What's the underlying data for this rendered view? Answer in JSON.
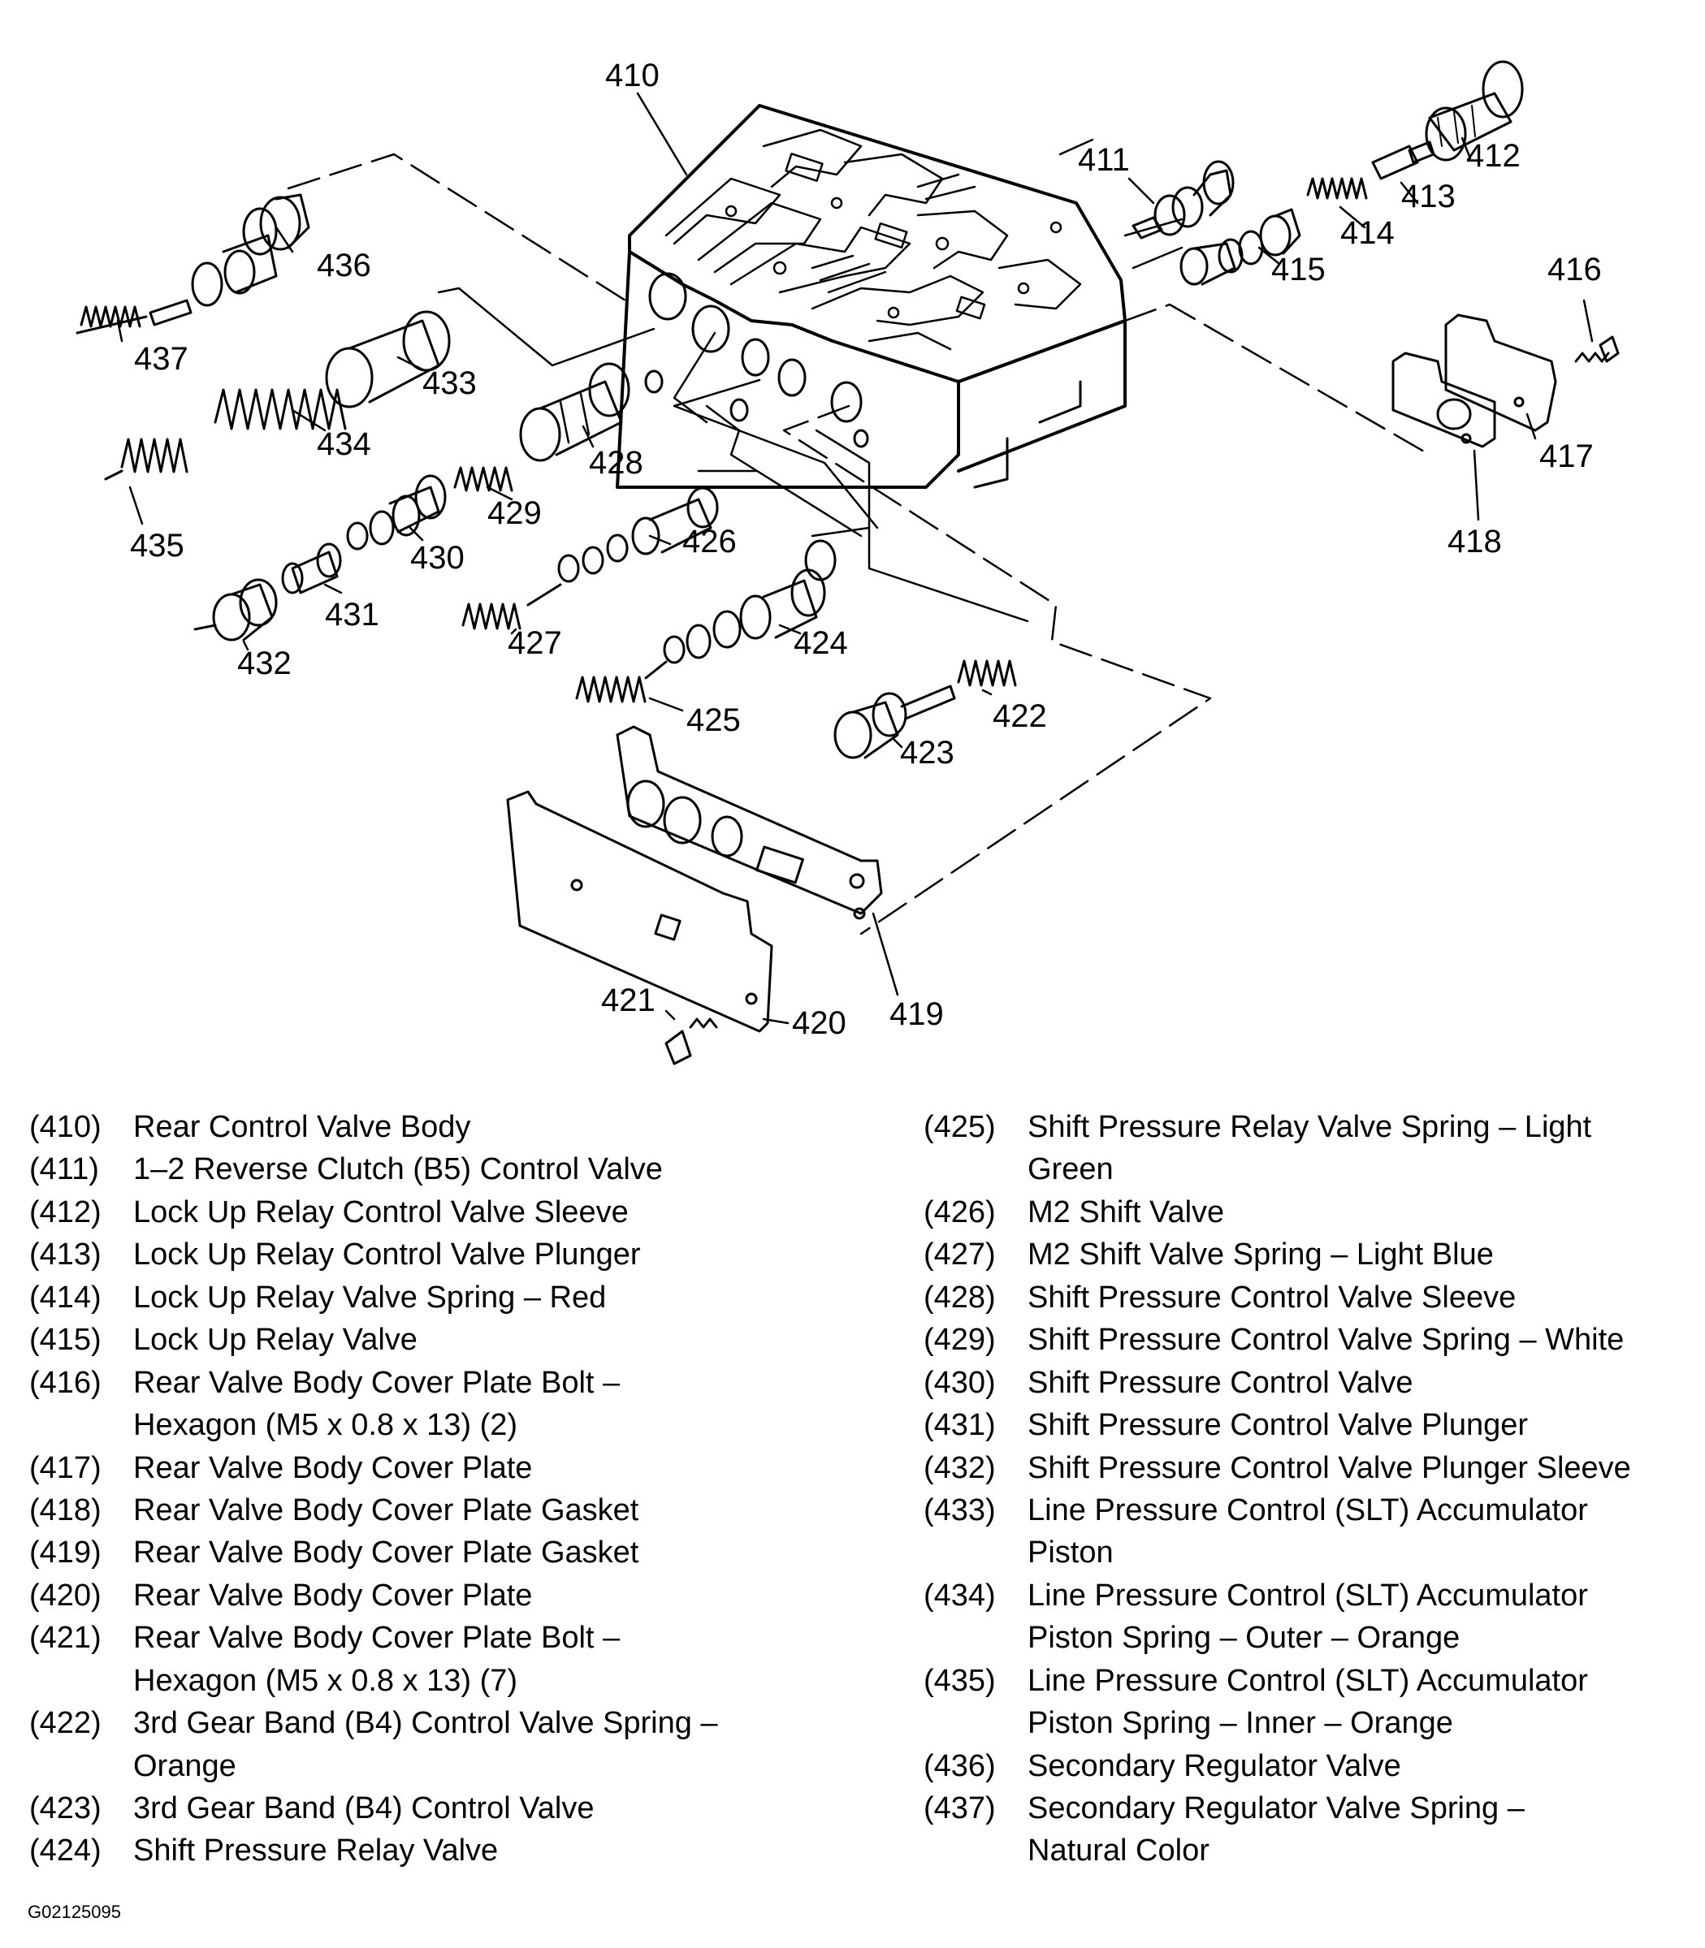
{
  "callouts": [
    "410",
    "411",
    "412",
    "413",
    "414",
    "415",
    "416",
    "417",
    "418",
    "419",
    "420",
    "421",
    "422",
    "423",
    "424",
    "425",
    "426",
    "427",
    "428",
    "429",
    "430",
    "431",
    "432",
    "433",
    "434",
    "435",
    "436",
    "437"
  ],
  "legend_left": [
    {
      "num": "(410)",
      "desc": "Rear Control Valve Body"
    },
    {
      "num": "(411)",
      "desc": "1–2 Reverse Clutch (B5) Control Valve"
    },
    {
      "num": "(412)",
      "desc": "Lock Up Relay Control Valve Sleeve"
    },
    {
      "num": "(413)",
      "desc": "Lock Up Relay Control Valve Plunger"
    },
    {
      "num": "(414)",
      "desc": "Lock Up Relay Valve Spring – Red"
    },
    {
      "num": "(415)",
      "desc": "Lock Up Relay Valve"
    },
    {
      "num": "(416)",
      "desc": "Rear Valve Body Cover Plate Bolt – Hexagon (M5 x 0.8 x 13) (2)"
    },
    {
      "num": "(417)",
      "desc": "Rear Valve Body Cover Plate"
    },
    {
      "num": "(418)",
      "desc": "Rear Valve Body Cover Plate Gasket"
    },
    {
      "num": "(419)",
      "desc": "Rear Valve Body Cover Plate Gasket"
    },
    {
      "num": "(420)",
      "desc": "Rear Valve Body Cover Plate"
    },
    {
      "num": "(421)",
      "desc": "Rear Valve Body Cover Plate Bolt – Hexagon (M5 x 0.8 x 13) (7)"
    },
    {
      "num": "(422)",
      "desc": "3rd Gear Band (B4) Control Valve Spring – Orange"
    },
    {
      "num": "(423)",
      "desc": "3rd Gear Band (B4) Control Valve"
    },
    {
      "num": "(424)",
      "desc": "Shift Pressure Relay Valve"
    }
  ],
  "legend_right": [
    {
      "num": "(425)",
      "desc": "Shift Pressure Relay Valve Spring – Light Green"
    },
    {
      "num": "(426)",
      "desc": "M2 Shift Valve"
    },
    {
      "num": "(427)",
      "desc": "M2 Shift Valve Spring – Light Blue"
    },
    {
      "num": "(428)",
      "desc": "Shift Pressure Control Valve Sleeve"
    },
    {
      "num": "(429)",
      "desc": "Shift Pressure Control Valve Spring – White"
    },
    {
      "num": "(430)",
      "desc": "Shift Pressure Control Valve"
    },
    {
      "num": "(431)",
      "desc": "Shift Pressure Control Valve Plunger"
    },
    {
      "num": "(432)",
      "desc": "Shift Pressure Control Valve Plunger Sleeve"
    },
    {
      "num": "(433)",
      "desc": "Line Pressure Control (SLT) Accumulator Piston"
    },
    {
      "num": "(434)",
      "desc": "Line Pressure Control (SLT) Accumulator Piston Spring – Outer – Orange"
    },
    {
      "num": "(435)",
      "desc": "Line Pressure Control (SLT) Accumulator Piston Spring – Inner – Orange"
    },
    {
      "num": "(436)",
      "desc": "Secondary Regulator Valve"
    },
    {
      "num": "(437)",
      "desc": "Secondary Regulator Valve Spring – Natural Color"
    }
  ],
  "figure_id": "G02125095"
}
